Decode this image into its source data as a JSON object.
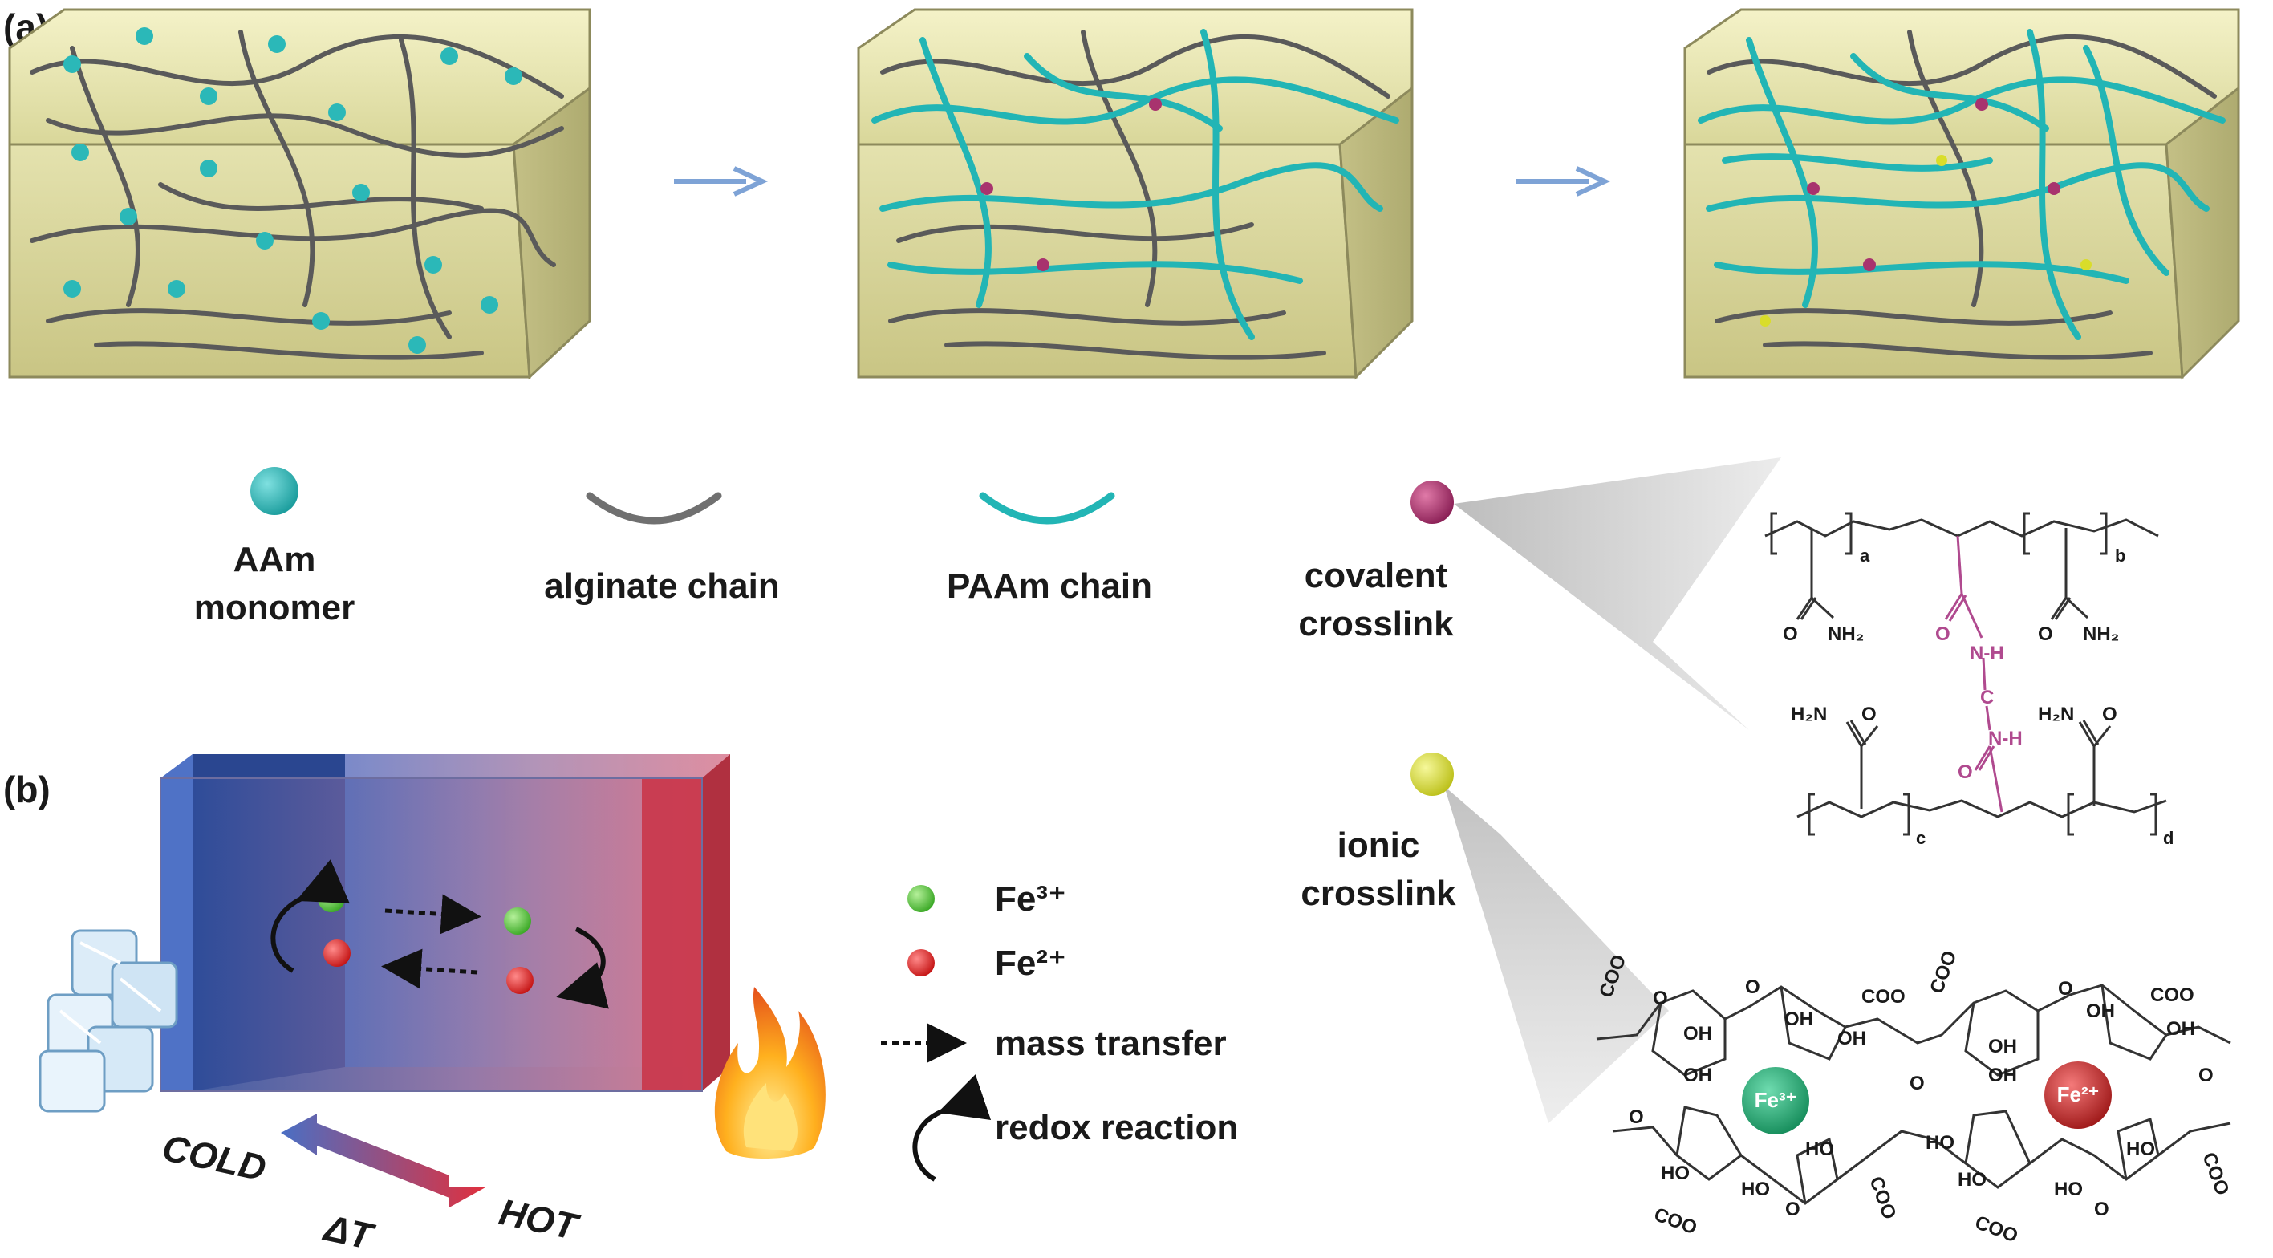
{
  "panel_a": {
    "label": "(a)",
    "legend": {
      "aam_line1": "AAm",
      "aam_line2": "monomer",
      "alginate": "alginate chain",
      "paam": "PAAm chain",
      "covalent_line1": "covalent",
      "covalent_line2": "crosslink",
      "ionic_line1": "ionic",
      "ionic_line2": "crosslink"
    },
    "structure_labels": {
      "sub_a": "a",
      "sub_b": "b",
      "sub_c": "c",
      "sub_d": "d",
      "o": "O",
      "nh2": "NH₂",
      "h2n": "H₂N",
      "nh": "N-H",
      "c": "C"
    },
    "alginate_labels": {
      "coo": "COO",
      "oh": "OH",
      "ho": "HO",
      "o": "O",
      "fe3": "Fe³⁺",
      "fe2": "Fe²⁺"
    }
  },
  "panel_b": {
    "label": "(b)",
    "cold": "COLD",
    "hot": "HOT",
    "delta_t": "ΔT",
    "legend": {
      "fe3": "Fe³⁺",
      "fe2": "Fe²⁺",
      "mass_transfer": "mass transfer",
      "redox": "redox reaction"
    }
  },
  "colors": {
    "aam_monomer": "#2bb8b8",
    "alginate_chain": "#707070",
    "paam_chain": "#22b5b5",
    "covalent_crosslink": "#a8336e",
    "ionic_crosslink": "#d9dd2a",
    "fe3": "#4fc83a",
    "fe2": "#e02a2a",
    "cold": "#4a6fc4",
    "hot": "#d63a4a",
    "process_arrow": "#7ea3d6",
    "covalent_bond": "#b04a8f"
  }
}
